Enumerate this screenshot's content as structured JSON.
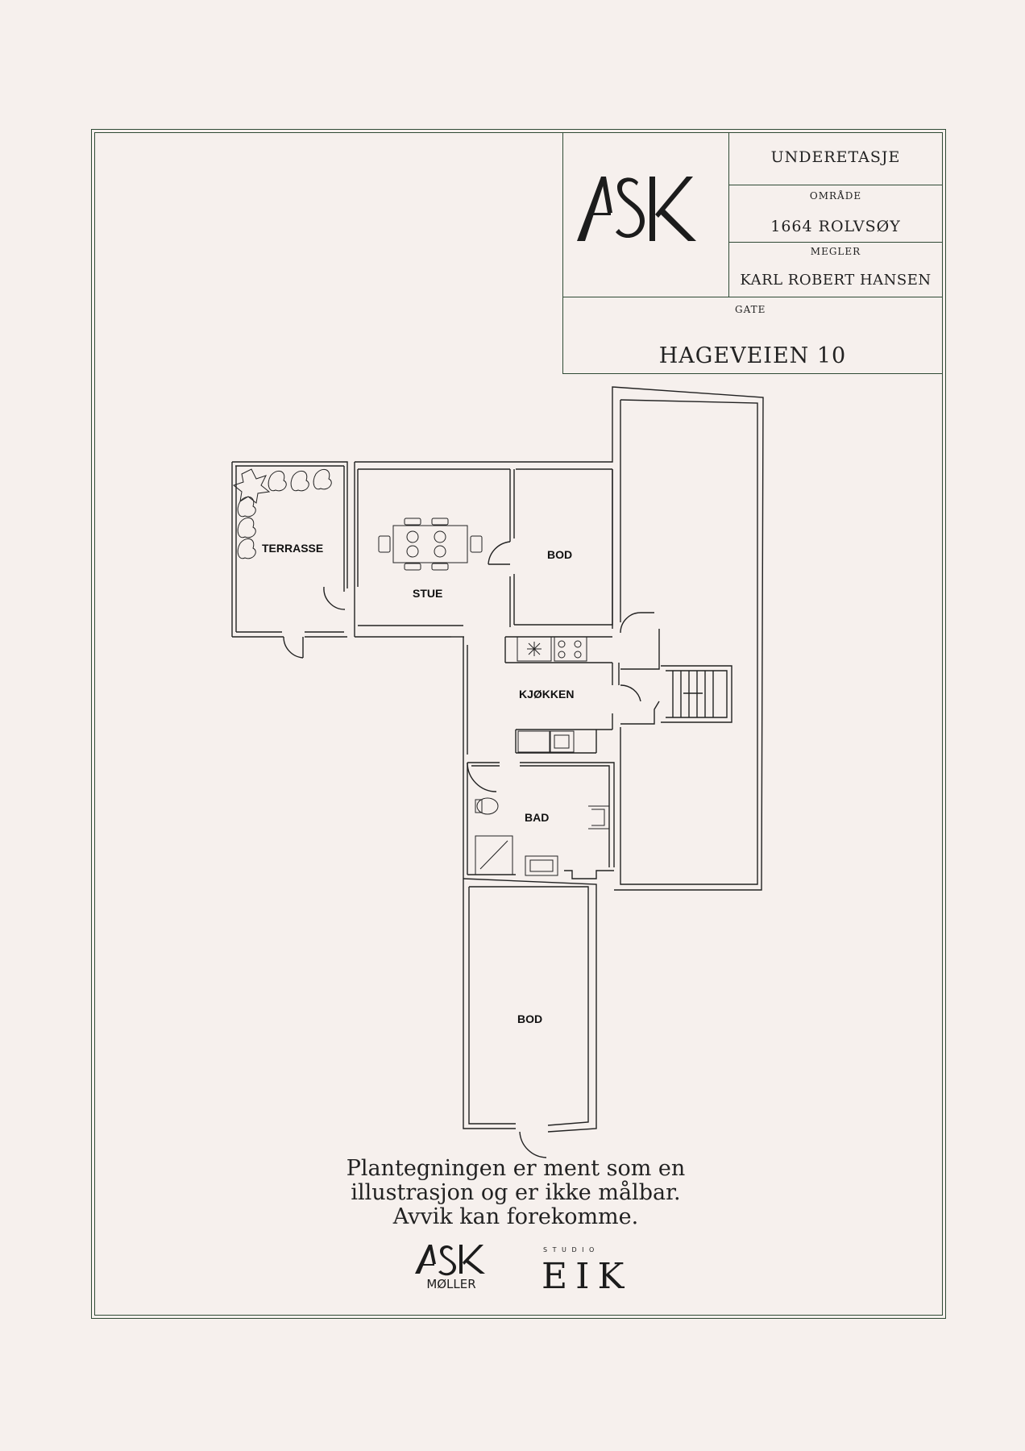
{
  "title_block": {
    "floor": "UNDERETASJE",
    "area_label": "OMRÅDE",
    "area_value": "1664 ROLVSØY",
    "broker_label": "MEGLER",
    "broker_value": "KARL ROBERT HANSEN",
    "street_label": "GATE",
    "street_value": "HAGEVEIEN 10",
    "logo_text": "ASK"
  },
  "rooms": {
    "terrasse": "TERRASSE",
    "stue": "STUE",
    "bod_top": "BOD",
    "kjokken": "KJØKKEN",
    "bad": "BAD",
    "bod_bottom": "BOD"
  },
  "disclaimer": {
    "line1": "Plantegningen er ment som en",
    "line2": "illustrasjon og er ikke målbar.",
    "line3": "Avvik kan forekomme."
  },
  "footer_logos": {
    "ask_text": "ASK",
    "moller_text": "MØLLER",
    "studio_text": "S T U D I O",
    "eik_text": "EIK"
  },
  "colors": {
    "background": "#f6f0ed",
    "frame": "#2f4a35",
    "ink": "#1c1c1c"
  }
}
